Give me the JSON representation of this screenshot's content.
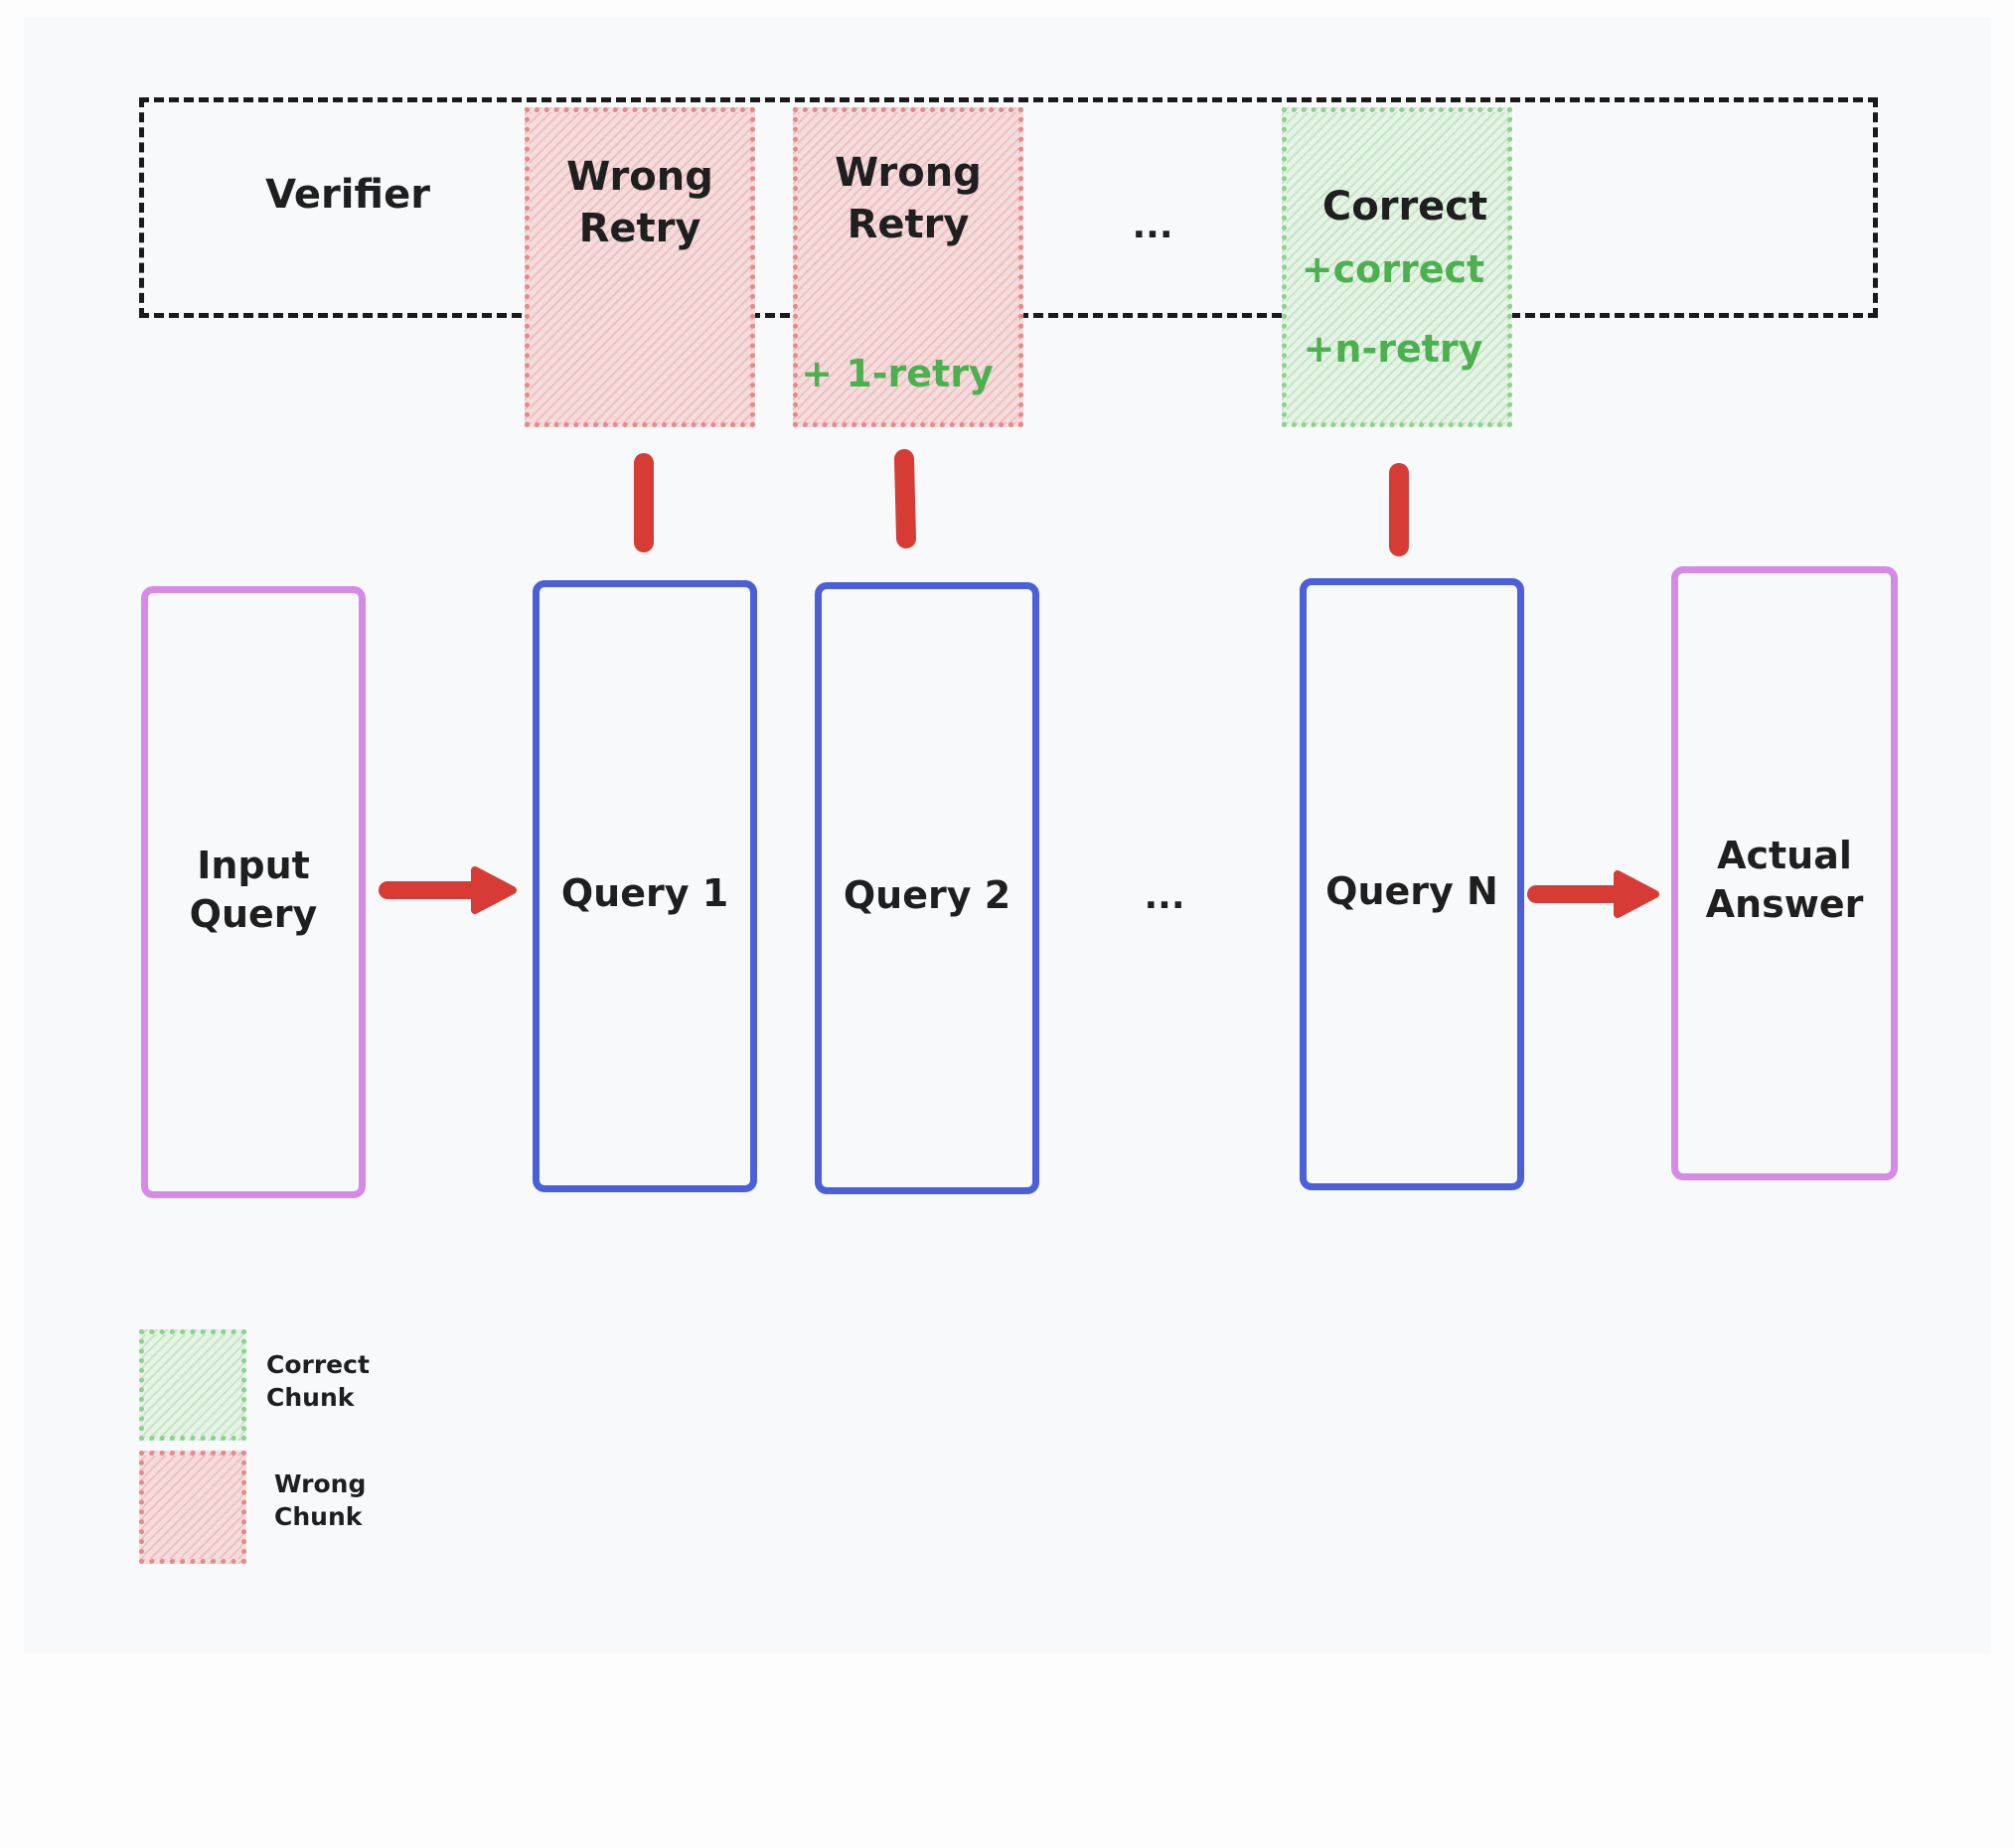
{
  "verifier": {
    "title": "Verifier",
    "slots": [
      {
        "label": "Wrong\nRetry",
        "note": "",
        "status": "wrong"
      },
      {
        "label": "Wrong\nRetry",
        "note": "+ 1-retry",
        "status": "wrong"
      },
      {
        "label": "...",
        "note": "",
        "status": "none"
      },
      {
        "label": "Correct",
        "note": "+correct\n\n+n-retry",
        "status": "correct"
      }
    ]
  },
  "pipeline": {
    "input": "Input\nQuery",
    "queries": [
      "Query 1",
      "Query 2",
      "...",
      "Query N"
    ],
    "output": "Actual\nAnswer"
  },
  "legend": {
    "correct": "Correct\nChunk",
    "wrong": "Wrong\nChunk"
  },
  "colors": {
    "connector_red": "#d63b36",
    "query_blue": "#4a5fd8",
    "io_purple": "#d58be6",
    "correct_green": "#4caf50",
    "wrong_red": "#e48a8a"
  }
}
